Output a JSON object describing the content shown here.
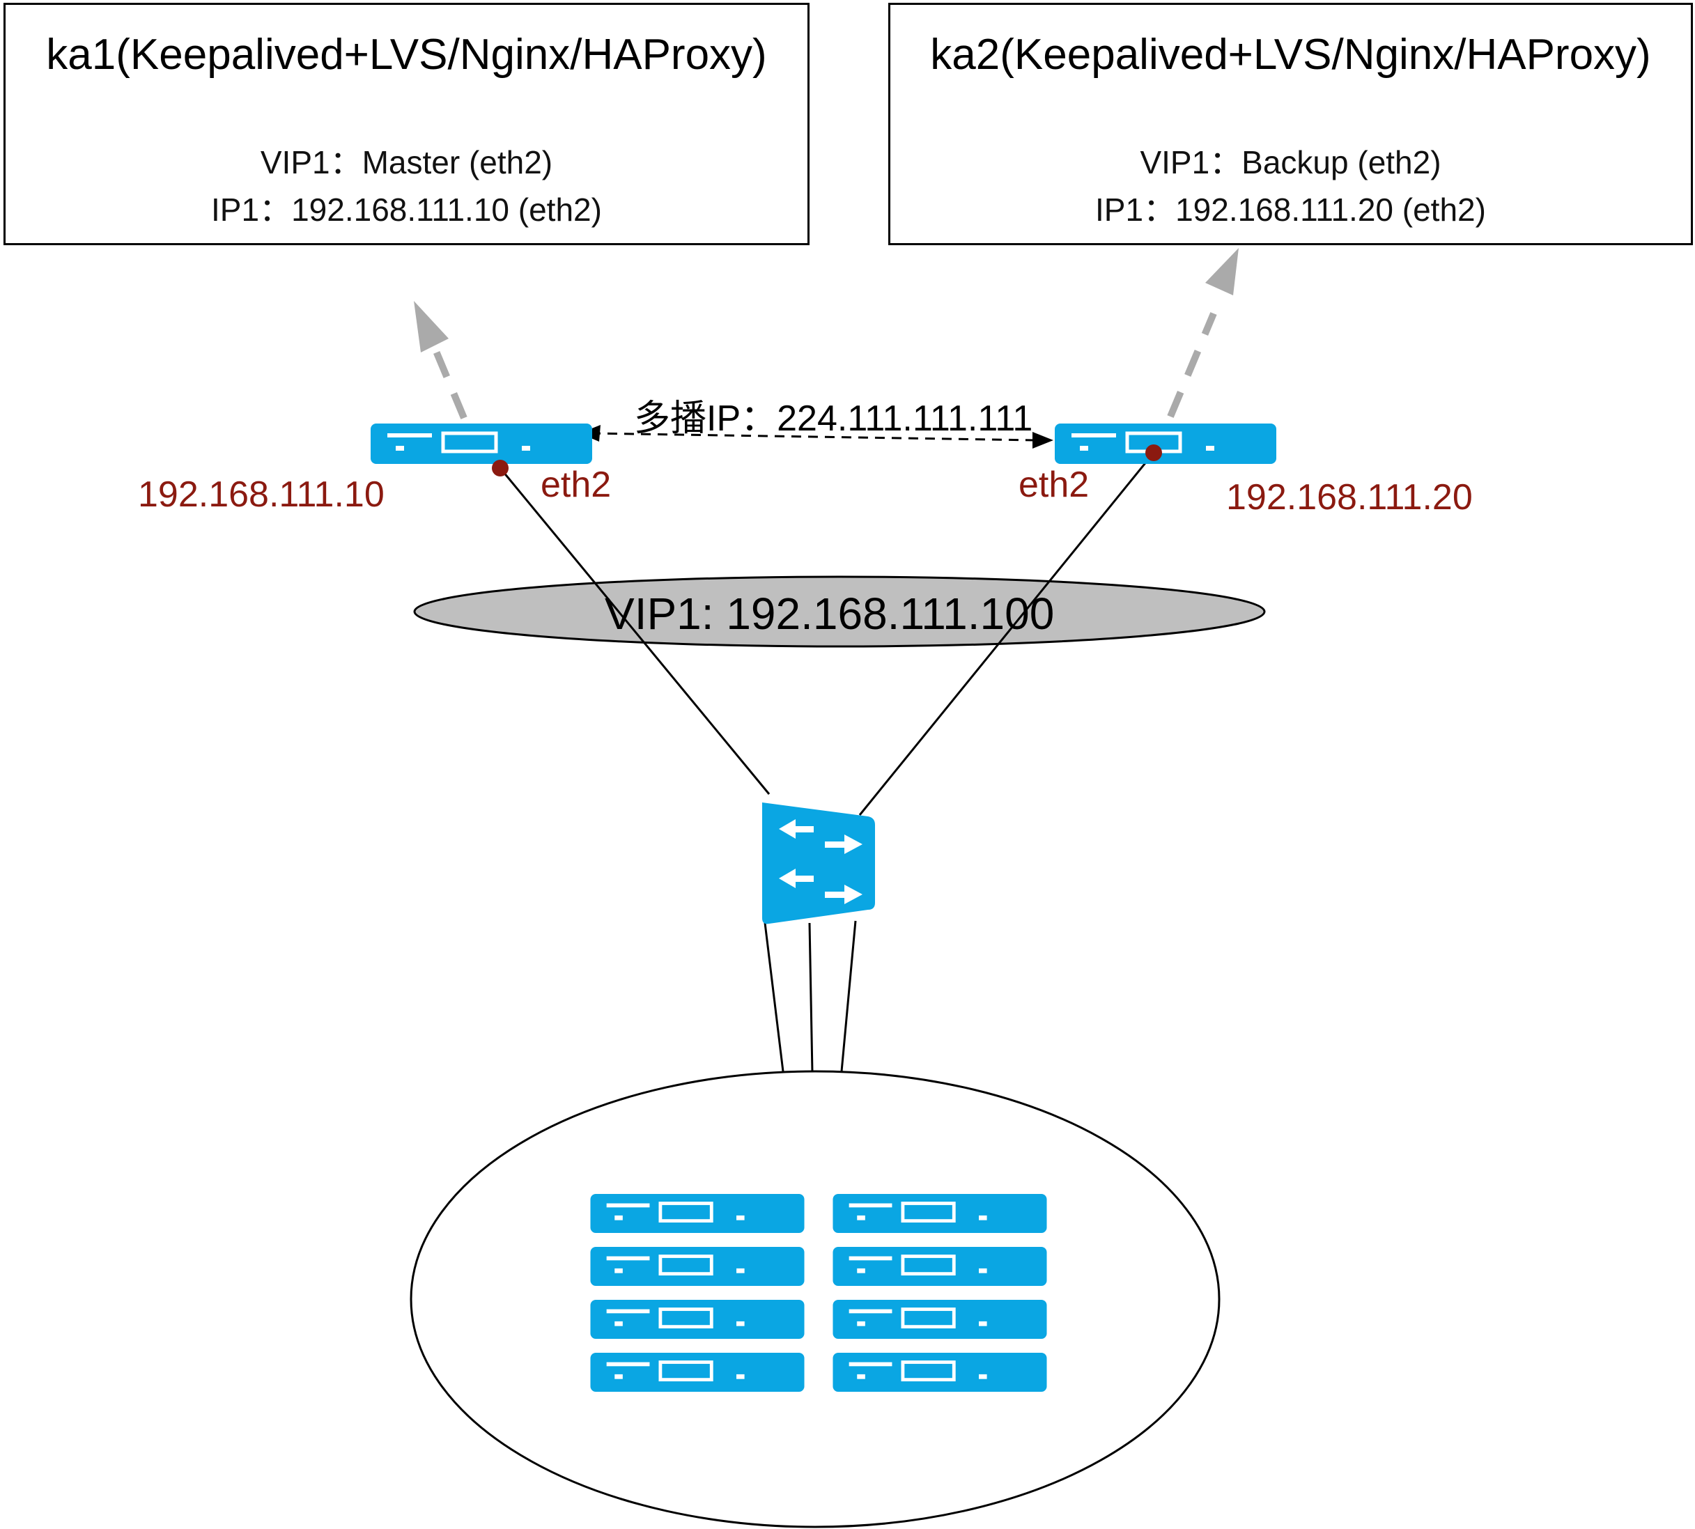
{
  "nodes": {
    "ka1": {
      "title": "ka1(Keepalived+LVS/Nginx/HAProxy)",
      "vip_line": "VIP1：Master (eth2)",
      "ip_line": "IP1：192.168.111.10 (eth2)"
    },
    "ka2": {
      "title": "ka2(Keepalived+LVS/Nginx/HAProxy)",
      "vip_line": "VIP1：Backup (eth2)",
      "ip_line": "IP1：192.168.111.20 (eth2)"
    }
  },
  "multicast_label": "多播IP：224.111.111.111",
  "server1": {
    "ip": "192.168.111.10",
    "iface": "eth2"
  },
  "server2": {
    "ip": "192.168.111.20",
    "iface": "eth2"
  },
  "vip_label": "VIP1: 192.168.111.100",
  "colors": {
    "device": "#0aa6e3",
    "port": "#8b1a10",
    "label": "#8b1a10",
    "vip_fill": "#bfbfbf",
    "dashed_arrow": "#aaaaaa"
  },
  "icons": {
    "server": "server-icon",
    "switch": "switch-icon"
  }
}
